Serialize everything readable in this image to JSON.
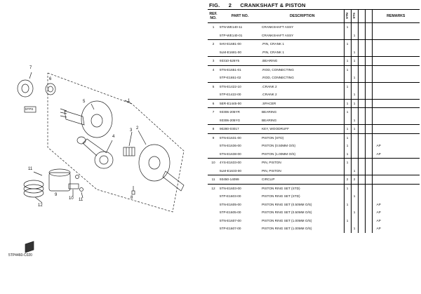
{
  "figure": {
    "label": "FIG.",
    "number": "2",
    "title": "CRANKSHAFT & PISTON"
  },
  "columns": {
    "ref_no": [
      "REF.",
      "NO."
    ],
    "part_no": "PART NO.",
    "description": "DESCRIPTION",
    "col_a": "5TN",
    "col_b": "5TS",
    "remarks": "REMARKS"
  },
  "rows": [
    {
      "ref": "1",
      "part": "5TN-WE140-11",
      "desc": "CRANKSHAFT ASSY",
      "a": "1",
      "b": "",
      "rem": "",
      "sep": false
    },
    {
      "ref": "",
      "part": "5TP-WE140-01",
      "desc": "CRANKSHAFT ASSY",
      "a": "",
      "b": "1",
      "rem": "",
      "sep": false
    },
    {
      "ref": "2",
      "part": "5HV-E1681-00",
      "desc": ".PIN, CRANK 1",
      "a": "1",
      "b": "",
      "rem": "",
      "sep": true
    },
    {
      "ref": "",
      "part": "5LM-E1681-00",
      "desc": ".PIN, CRANK 1",
      "a": "",
      "b": "1",
      "rem": "",
      "sep": false
    },
    {
      "ref": "3",
      "part": "93310-526Y5",
      "desc": ".BEARING",
      "a": "1",
      "b": "1",
      "rem": "",
      "sep": true
    },
    {
      "ref": "4",
      "part": "5TN-E1651-01",
      "desc": ".ROD, CONNECTING",
      "a": "1",
      "b": "",
      "rem": "",
      "sep": true
    },
    {
      "ref": "",
      "part": "5TP-E1651-02",
      "desc": ".ROD, CONNECTING",
      "a": "",
      "b": "1",
      "rem": "",
      "sep": false
    },
    {
      "ref": "5",
      "part": "5TN-E1422-10",
      "desc": ".CRANK 2",
      "a": "1",
      "b": "",
      "rem": "",
      "sep": true
    },
    {
      "ref": "",
      "part": "5TP-E1422-00",
      "desc": ".CRANK 2",
      "a": "",
      "b": "1",
      "rem": "",
      "sep": false
    },
    {
      "ref": "6",
      "part": "5ER-E1445-00",
      "desc": ".SPACER",
      "a": "1",
      "b": "1",
      "rem": "",
      "sep": true
    },
    {
      "ref": "7",
      "part": "93306-205YR",
      "desc": "BEARING",
      "a": "1",
      "b": "",
      "rem": "",
      "sep": true
    },
    {
      "ref": "",
      "part": "93306-205YG",
      "desc": "BEARING",
      "a": "",
      "b": "1",
      "rem": "",
      "sep": false
    },
    {
      "ref": "8",
      "part": "90280-03017",
      "desc": "KEY, WOODRUFF",
      "a": "1",
      "b": "1",
      "rem": "",
      "sep": true
    },
    {
      "ref": "9",
      "part": "5TN-E1631-00",
      "desc": "PISTON (STD)",
      "a": "1",
      "b": "",
      "rem": "",
      "sep": true
    },
    {
      "ref": "",
      "part": "5TN-E1636-00",
      "desc": "PISTON (0.50MM O/S)",
      "a": "1",
      "b": "",
      "rem": "AP",
      "sep": false
    },
    {
      "ref": "",
      "part": "5TN-E1638-00",
      "desc": "PISTON (1.00MM O/S)",
      "a": "1",
      "b": "",
      "rem": "AP",
      "sep": false
    },
    {
      "ref": "10",
      "part": "4YS-E1633-00",
      "desc": "PIN, PISTON",
      "a": "1",
      "b": "",
      "rem": "",
      "sep": true
    },
    {
      "ref": "",
      "part": "5LM-E1633-00",
      "desc": "PIN, PISTON",
      "a": "",
      "b": "1",
      "rem": "",
      "sep": false
    },
    {
      "ref": "11",
      "part": "93450-14099",
      "desc": "CIRCLIP",
      "a": "2",
      "b": "2",
      "rem": "",
      "sep": true
    },
    {
      "ref": "12",
      "part": "5TN-E1603-00",
      "desc": "PISTON RING SET (STD)",
      "a": "1",
      "b": "",
      "rem": "",
      "sep": true
    },
    {
      "ref": "",
      "part": "5TP-E1603-00",
      "desc": "PISTON RING SET (STD)",
      "a": "",
      "b": "1",
      "rem": "",
      "sep": false
    },
    {
      "ref": "",
      "part": "5TN-E1605-00",
      "desc": "PISTON RING SET (0.50MM O/S)",
      "a": "1",
      "b": "",
      "rem": "AP",
      "sep": false
    },
    {
      "ref": "",
      "part": "5TP-E1605-00",
      "desc": "PISTON RING SET (0.50MM O/S)",
      "a": "",
      "b": "1",
      "rem": "AP",
      "sep": false
    },
    {
      "ref": "",
      "part": "5TN-E1607-00",
      "desc": "PISTON RING SET (1.00MM O/S)",
      "a": "1",
      "b": "",
      "rem": "AP",
      "sep": false
    },
    {
      "ref": "",
      "part": "5TP-E1607-00",
      "desc": "PISTON RING SET (1.00MM O/S)",
      "a": "",
      "b": "1",
      "rem": "AP",
      "sep": false
    }
  ],
  "diagram": {
    "callouts": [
      "1",
      "2",
      "3",
      "4",
      "5",
      "6",
      "7",
      "8",
      "9",
      "10",
      "11",
      "11",
      "12"
    ],
    "group_label": "5TPS",
    "drawing_code": "5TP4460-C020"
  }
}
